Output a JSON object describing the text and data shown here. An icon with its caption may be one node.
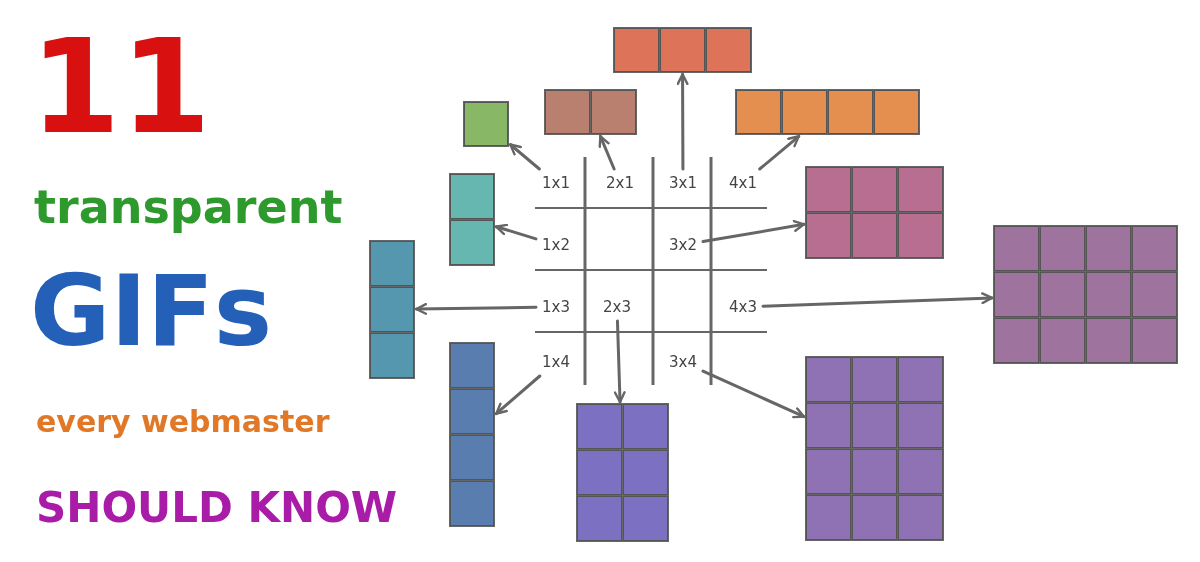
{
  "diagram": {
    "nodes": [
      {
        "text": [
          "1x1"
        ]
      },
      {
        "text": [
          "2x1"
        ]
      },
      {
        "text": [
          "3x1"
        ]
      },
      {
        "text": [
          "4x1"
        ]
      },
      {
        "text": [
          "1x2"
        ]
      },
      {
        "text": [
          "3x2"
        ]
      },
      {
        "text": [
          "1x3"
        ]
      },
      {
        "text": [
          "2x3"
        ]
      },
      {
        "text": [
          "4x3"
        ]
      },
      {
        "text": [
          "1x4"
        ]
      },
      {
        "text": [
          "3x4"
        ]
      },
      {
        "text": [],
        "shape": "box"
      },
      {
        "text": [],
        "shape": "box"
      },
      {
        "text": [],
        "shape": "box"
      },
      {
        "text": [],
        "shape": "box"
      },
      {
        "text": [],
        "shape": "box"
      },
      {
        "text": [],
        "shape": "box"
      },
      {
        "text": [],
        "shape": "box"
      },
      {
        "text": [],
        "shape": "box"
      },
      {
        "text": [],
        "shape": "box"
      },
      {
        "text": [],
        "shape": "box"
      },
      {
        "text": [],
        "shape": "box"
      }
    ],
    "edges": [
      {
        "from": 0,
        "to": 14,
        "arrow": "to"
      },
      {
        "from": 1,
        "to": 12,
        "arrow": "to"
      },
      {
        "from": 2,
        "to": 11,
        "arrow": "to"
      },
      {
        "from": 3,
        "to": 13,
        "arrow": "to"
      },
      {
        "from": 4,
        "to": 16,
        "arrow": "to"
      },
      {
        "from": 5,
        "to": 15,
        "arrow": "to"
      },
      {
        "from": 6,
        "to": 18,
        "arrow": "to"
      },
      {
        "from": 7,
        "to": 21,
        "arrow": "to"
      },
      {
        "from": 8,
        "to": 17,
        "arrow": "to"
      },
      {
        "from": 9,
        "to": 19,
        "arrow": "to"
      },
      {
        "from": 10,
        "to": 20,
        "arrow": "to"
      }
    ],
    "labels": [
      "11",
      "transparent",
      "GIFs",
      "every webmaster",
      "SHOULD KNOW"
    ]
  }
}
